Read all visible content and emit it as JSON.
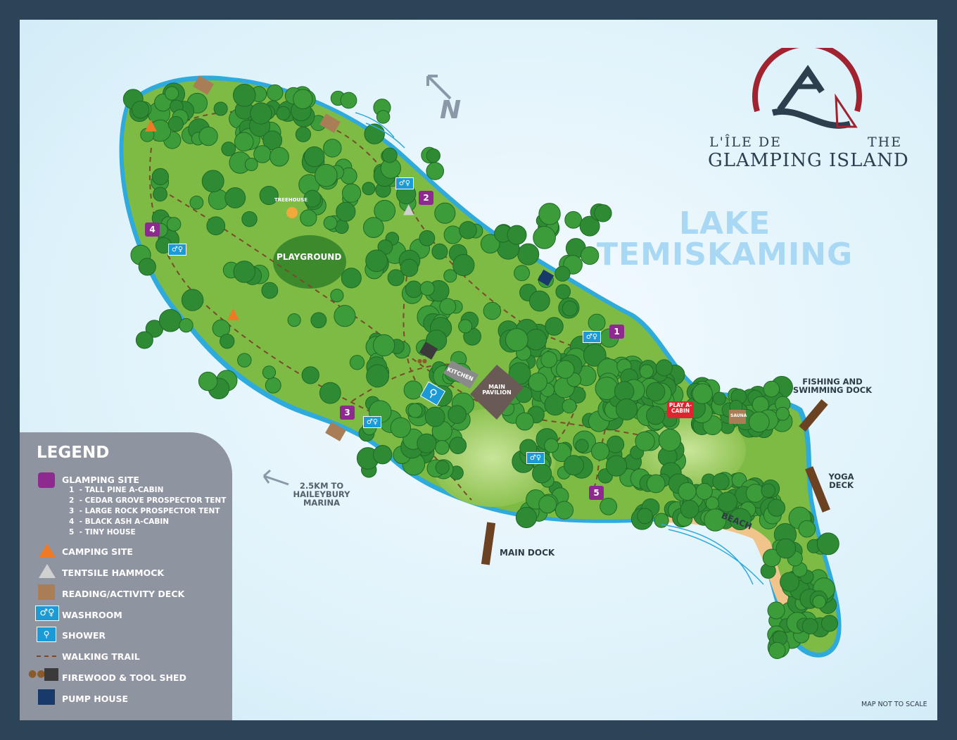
{
  "logo": {
    "line1_left": "L'ÎLE DE",
    "line1_right": "THE",
    "line2": "GLAMPING ISLAND"
  },
  "lake": {
    "line1": "LAKE",
    "line2": "TEMISKAMING"
  },
  "compass": {
    "label": "N"
  },
  "places": {
    "playground": "PLAYGROUND",
    "treehouse": "TREEHOUSE",
    "kitchen": "KITCHEN",
    "pavilion": "MAIN PAVILION",
    "play_cabin": "PLAY A-CABIN",
    "sauna": "SAUNA",
    "beach": "BEACH",
    "fishing_dock": "FISHING AND SWIMMING DOCK",
    "yoga_deck": "YOGA DECK",
    "main_dock": "MAIN DOCK",
    "marina": "2.5KM TO HAILEYBURY MARINA"
  },
  "sites": [
    "1",
    "2",
    "3",
    "4",
    "5"
  ],
  "note": "MAP NOT TO SCALE",
  "legend": {
    "title": "LEGEND",
    "glamping": "GLAMPING SITE",
    "glamping_list": [
      "1  - TALL PINE A-CABIN",
      "2  - CEDAR GROVE PROSPECTOR TENT",
      "3  - LARGE ROCK PROSPECTOR TENT",
      "4  - BLACK ASH A-CABIN",
      "5  - TINY HOUSE"
    ],
    "camping": "CAMPING SITE",
    "hammock": "TENTSILE HAMMOCK",
    "deck": "READING/ACTIVITY DECK",
    "washroom": "WASHROOM",
    "shower": "SHOWER",
    "trail": "WALKING TRAIL",
    "firewood": "FIREWOOD & TOOL SHED",
    "pump": "PUMP HOUSE"
  },
  "colors": {
    "glamping": "#8e2a8f",
    "camping": "#ef7a26",
    "hammock": "#d0d0d0",
    "deck": "#a97d55",
    "washroom": "#1b9ad6",
    "pump": "#173a6b",
    "logo_red": "#a0232f",
    "logo_navy": "#2b3f4f"
  }
}
